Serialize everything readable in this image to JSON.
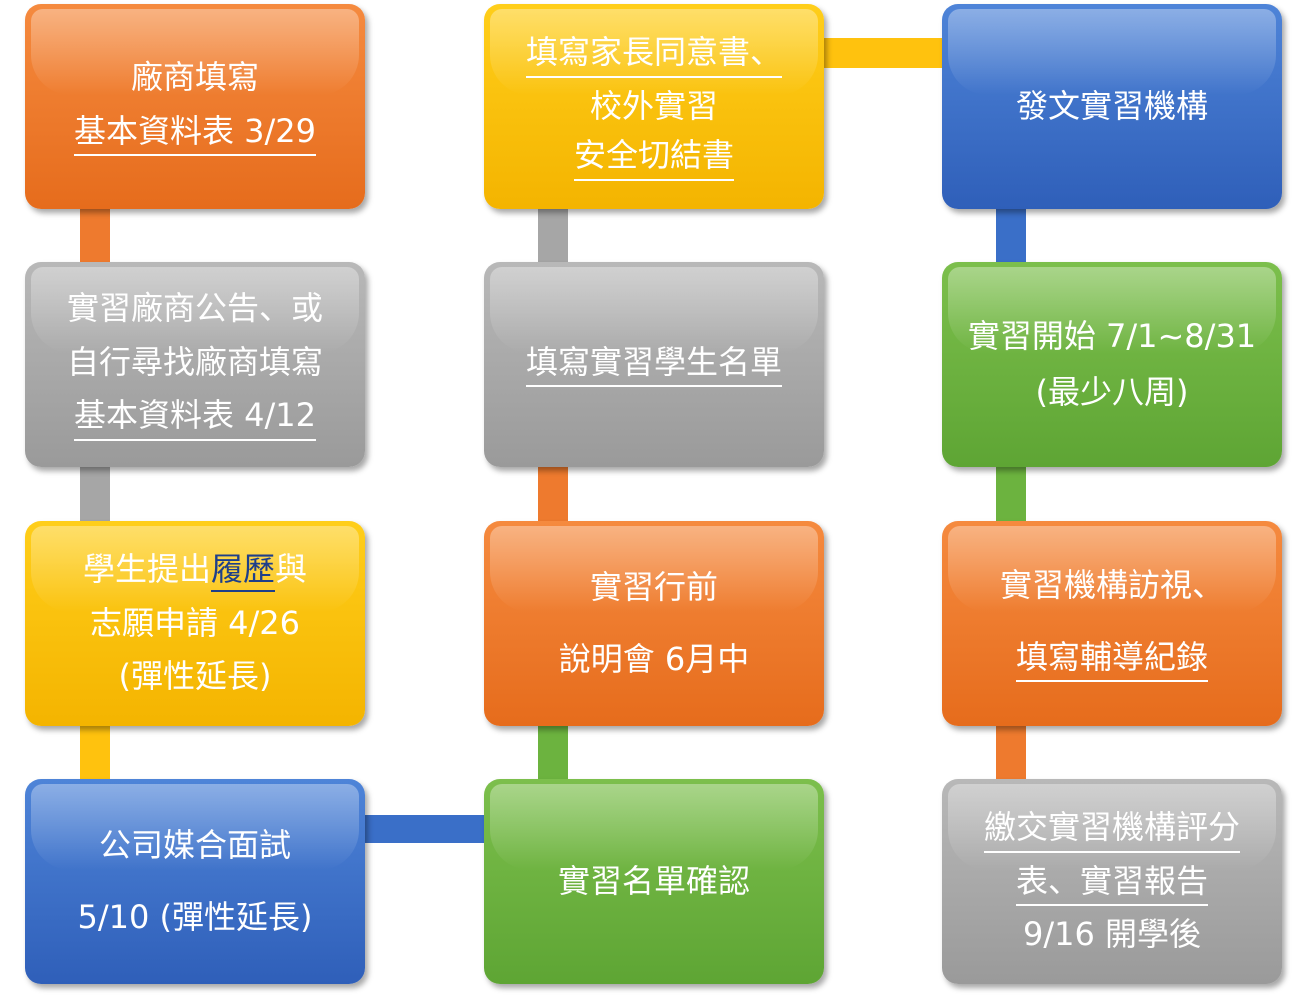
{
  "colors": {
    "orange": "#ee7a2e",
    "yellow": "#ffc20e",
    "blue": "#3a6fc8",
    "gray": "#a6a6a6",
    "green": "#6cb33f"
  },
  "steps": {
    "vendor_form": {
      "line1": "廠商填寫",
      "line2": "基本資料表 3/29"
    },
    "vendor_notice": {
      "line1": "實習廠商公告、或",
      "line2": "自行尋找廠商填寫",
      "line3": "基本資料表  4/12"
    },
    "resume_apply": {
      "line1_a": "學生提出",
      "line1_b": "履歷",
      "line1_c": "與",
      "line2": "志願申請  4/26",
      "line3": "(彈性延長)"
    },
    "interview": {
      "line1": "公司媒合面試",
      "line2": "5/10 (彈性延長)"
    },
    "list_confirm": {
      "line1": "實習名單確認"
    },
    "orientation": {
      "line1": "實習行前",
      "line2": "說明會 6月中"
    },
    "student_list": {
      "line1": "填寫實習學生名單"
    },
    "consent_forms": {
      "line1": "填寫家長同意書、",
      "line2": "校外實習",
      "line3": "安全切結書"
    },
    "notify_org": {
      "line1": "發文實習機構"
    },
    "internship_start": {
      "line1": "實習開始 7/1~8/31",
      "line2": "(最少八周)"
    },
    "site_visit": {
      "line1": "實習機構訪視、",
      "line2": "填寫輔導紀錄"
    },
    "final_report": {
      "line1": "繳交實習機構評分",
      "line2": "表、實習報告",
      "line3": "9/16 開學後"
    }
  }
}
